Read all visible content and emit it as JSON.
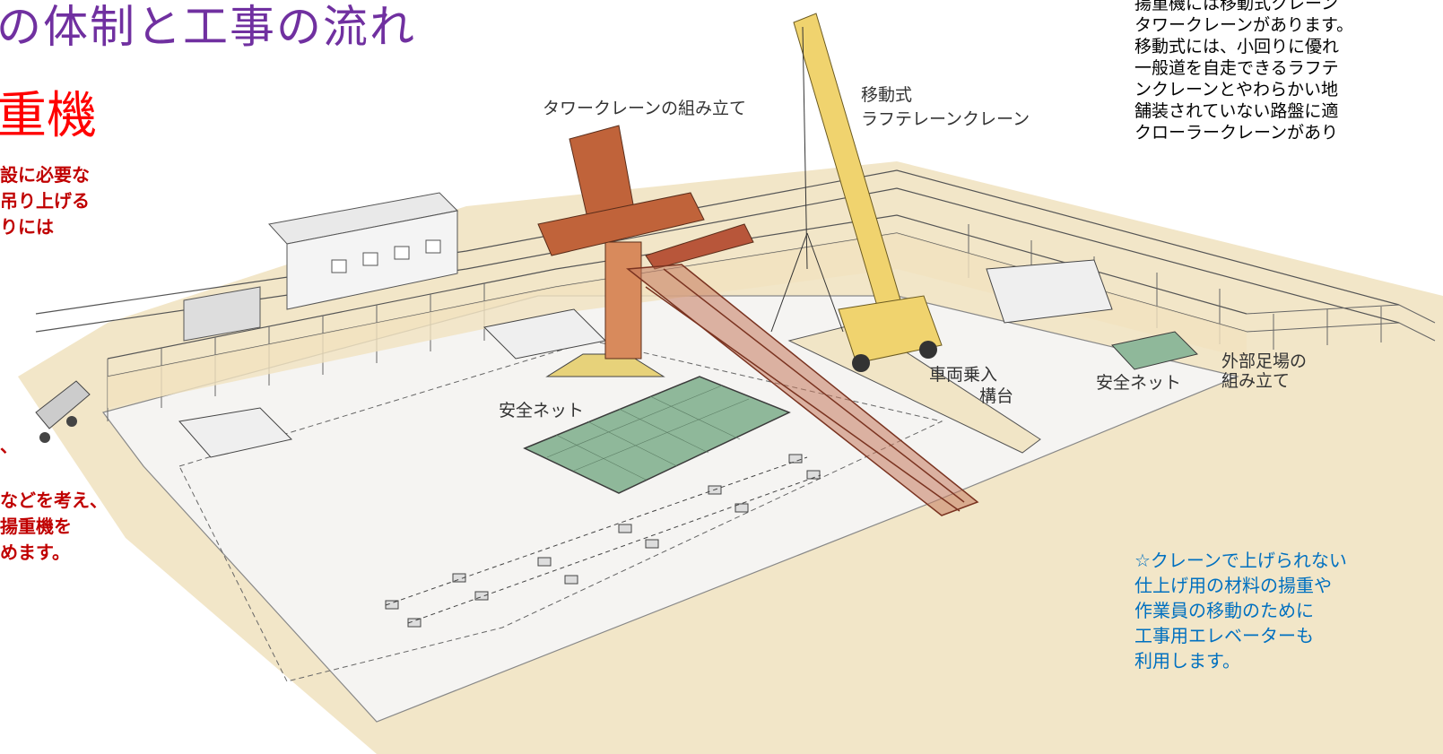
{
  "header": {
    "title": "の体制と工事の流れ",
    "subtitle": "重機"
  },
  "left_text": {
    "line1": "設に必要な",
    "line2": "吊り上げる",
    "line3": "りには",
    "line4": "、",
    "line5": "などを考え、",
    "line6": "揚重機を",
    "line7": "めます。"
  },
  "right_text": {
    "line1": "揚重機には移動式クレーン",
    "line2": "タワークレーンがあります。",
    "line3": "移動式には、小回りに優れ",
    "line4": "一般道を自走できるラフテ",
    "line5": "ンクレーンとやわらかい地",
    "line6": "舗装されていない路盤に適",
    "line7": "クローラークレーンがあり"
  },
  "note": {
    "line1": "☆クレーンで上げられない",
    "line2": "仕上げ用の材料の揚重や",
    "line3": "作業員の移動のために",
    "line4": "工事用エレベーターも",
    "line5": "利用します。"
  },
  "labels": {
    "tower_crane": "タワークレーンの組み立て",
    "mobile_crane_1": "移動式",
    "mobile_crane_2": "ラフテレーンクレーン",
    "safety_net_left": "安全ネット",
    "safety_net_right": "安全ネット",
    "vehicle_stage_1": "車両乗入",
    "vehicle_stage_2": "構台",
    "scaffold_1": "外部足場の",
    "scaffold_2": "組み立て"
  },
  "colors": {
    "title": "#7030a0",
    "subtitle": "#ff0000",
    "red_text": "#c00000",
    "blue_text": "#0070c0",
    "ground": "#f2e6c8",
    "site": "#f4f3f1",
    "tower_crane": "#c0633a",
    "mobile_crane": "#f0d36e",
    "truss": "#b05a3c",
    "net": "#8fb89a"
  }
}
